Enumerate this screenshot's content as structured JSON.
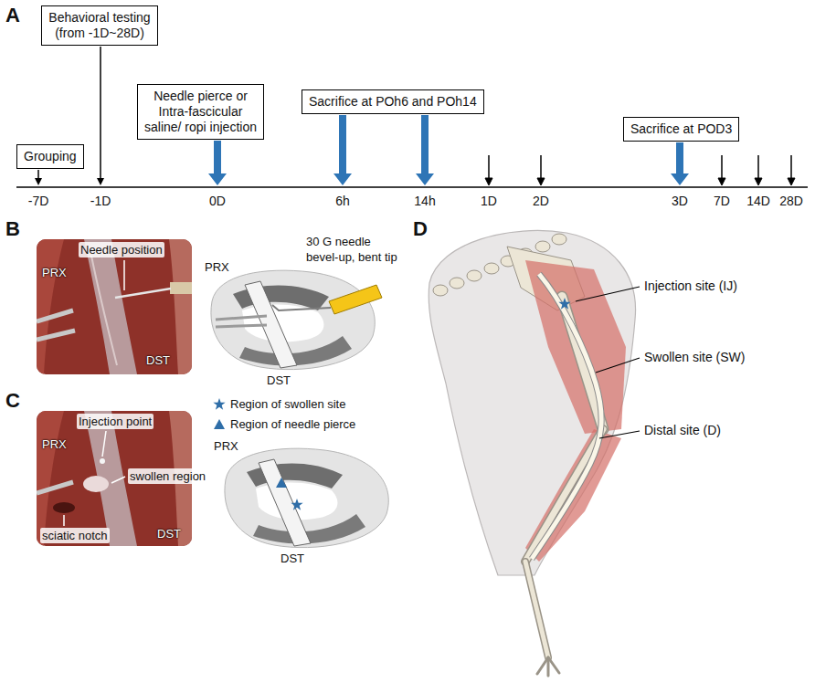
{
  "diagram": {
    "nodes": [
      {
        "text": [
          "Grouping"
        ]
      },
      {
        "text": [
          "Behavioral testing (from -1D~28D)"
        ]
      },
      {
        "text": [
          "Needle pierce or Intra-fascicular saline/ ropi injection"
        ]
      },
      {
        "text": [
          "Sacrifice at POh6 and POh14"
        ]
      },
      {
        "text": [
          "Sacrifice at POD3"
        ]
      }
    ],
    "labels": [
      "A",
      "-7D",
      "-1D",
      "0D",
      "6h",
      "14h",
      "1D",
      "2D",
      "3D",
      "7D",
      "14D",
      "28D",
      "B",
      "Needle position",
      "PRX",
      "DST",
      "PRX",
      "30 G needle bevel-up, bent tip",
      "DST",
      "C",
      "Injection point",
      "PRX",
      "swollen region",
      "sciatic notch",
      "DST",
      "PRX",
      "DST",
      "D",
      "Injection site (IJ)",
      "Swollen site (SW)",
      "Distal site (D)"
    ],
    "legend": [
      {
        "text": "Region of swollen site"
      },
      {
        "text": "Region of needle pierce"
      }
    ]
  }
}
